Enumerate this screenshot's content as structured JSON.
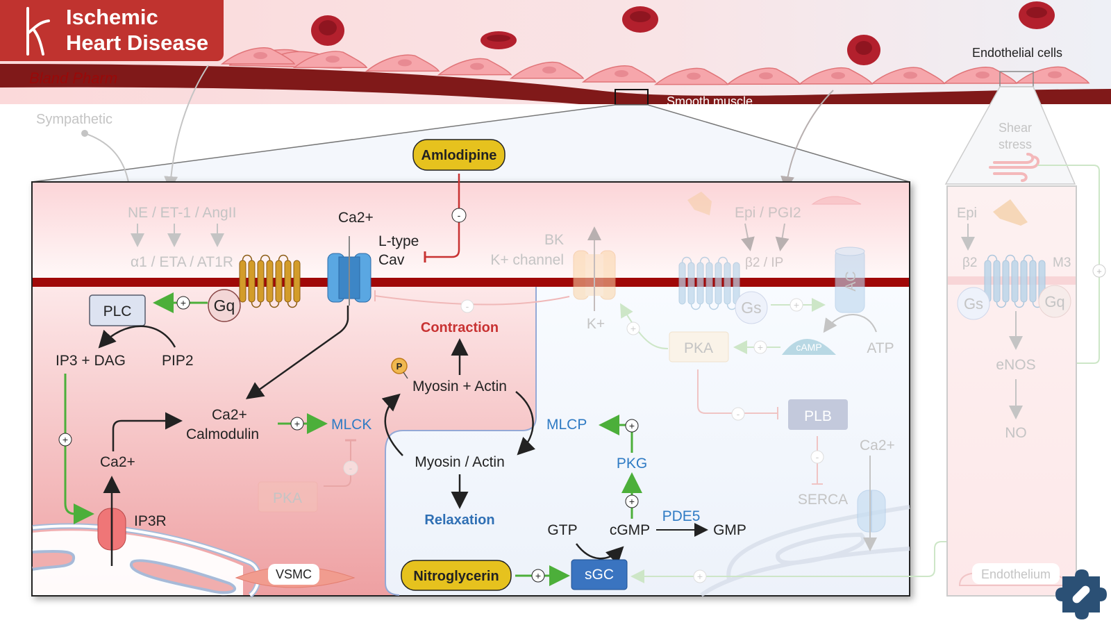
{
  "header": {
    "title_line1": "Ischemic",
    "title_line2": "Heart Disease",
    "watermark": "Bland Pharm"
  },
  "vessel": {
    "endothelial_label": "Endothelial cells",
    "smooth_muscle_label": "Smooth muscle",
    "sympathetic_label": "Sympathetic",
    "shear_stress_line1": "Shear",
    "shear_stress_line2": "stress"
  },
  "drugs": {
    "amlodipine": "Amlodipine",
    "nitroglycerin": "Nitroglycerin"
  },
  "vsmc": {
    "ligands": "NE / ET-1 / AngII",
    "receptors": "α1 / ETA / AT1R",
    "gq": "Gq",
    "plc": "PLC",
    "ip3_dag": "IP3 + DAG",
    "pip2": "PIP2",
    "ca_top": "Ca2+",
    "ltype_line1": "L-type",
    "ltype_line2": "Cav",
    "ca_calmodulin_line1": "Ca2+",
    "ca_calmodulin_line2": "Calmodulin",
    "mlck": "MLCK",
    "ca_er": "Ca2+",
    "ip3r": "IP3R",
    "pka_left": "PKA",
    "vsmc_label": "VSMC",
    "contraction": "Contraction",
    "phospho": "P",
    "myosin_actin_bound": "Myosin + Actin",
    "myosin_actin_free": "Myosin / Actin",
    "relaxation": "Relaxation",
    "mlcp": "MLCP",
    "pkg": "PKG",
    "gtp": "GTP",
    "cgmp": "cGMP",
    "pde5": "PDE5",
    "gmp": "GMP",
    "sgc": "sGC",
    "bk_line1": "BK",
    "bk_line2": "K+ channel",
    "k_ion": "K+",
    "epi_pgi2": "Epi / PGI2",
    "beta2_ip": "β2 / IP",
    "gs": "Gs",
    "ac": "AC",
    "camp": "cAMP",
    "atp": "ATP",
    "pka_right": "PKA",
    "plb": "PLB",
    "serca": "SERCA",
    "ca_serca": "Ca2+"
  },
  "endothelium": {
    "epi": "Epi",
    "beta2": "β2",
    "m3": "M3",
    "gs": "Gs",
    "gq": "Gq",
    "enos": "eNOS",
    "no": "NO",
    "label": "Endothelium"
  },
  "symbols": {
    "plus": "+",
    "minus": "-"
  },
  "colors": {
    "title_red": "#c0332f",
    "membrane_red": "#a00808",
    "vessel_wall": "#801919",
    "drug_yellow": "#e6c21e",
    "sgc_blue": "#3a74c0",
    "activation_green": "#4caf3a",
    "inhibition_red": "#c83232",
    "label_blue": "#2f7bc4",
    "badge_navy": "#2b5075"
  }
}
